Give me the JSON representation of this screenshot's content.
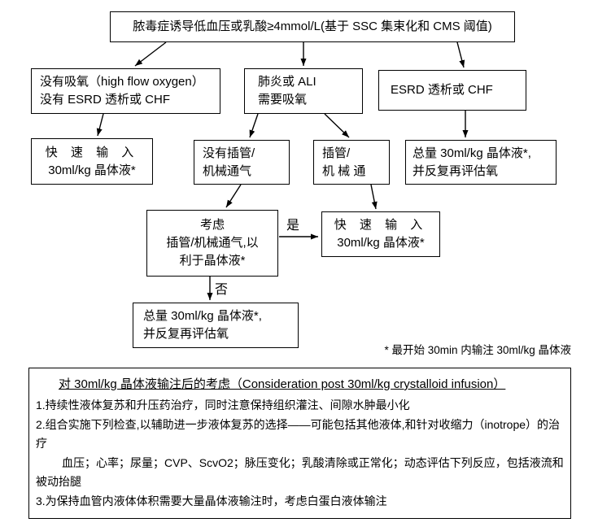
{
  "page": {
    "background": "#ffffff",
    "line_color": "#000000"
  },
  "flowchart": {
    "top_box": "脓毒症诱导低血压或乳酸≥4mmol/L(基于 SSC 集束化和 CMS 阈值)",
    "no_oxygen_box": {
      "line1": "没有吸氧（high flow oxygen）",
      "line2": "没有 ESRD 透析或 CHF"
    },
    "pneumonia_box": {
      "line1": "肺炎或 ALI",
      "line2": "需要吸氧"
    },
    "esrd_box": {
      "line1": "ESRD 透析或 CHF"
    },
    "rapid_infusion_left_box": {
      "line1": "快 速 输 入",
      "line2": "30ml/kg 晶体液*"
    },
    "no_intubation_box": {
      "line1": "没有插管/",
      "line2": "机械通气"
    },
    "intubation_box": {
      "line1": "插管/",
      "line2": "机 械 通"
    },
    "total_right_box": {
      "line1": "总量 30ml/kg 晶体液*,",
      "line2": "并反复再评估氧"
    },
    "consider_box": {
      "line1": "考虑",
      "line2": "插管/机械通气,以",
      "line3": "利于晶体液*"
    },
    "rapid_infusion_mid_box": {
      "line1": "快 速 输 入",
      "line2": "30ml/kg 晶体液*"
    },
    "total_bottom_box": {
      "line1": "总量 30ml/kg 晶体液*,",
      "line2": "并反复再评估氧"
    },
    "yes_label": "是",
    "no_label": "否",
    "footnote": "* 最开始 30min 内输注 30ml/kg 晶体液"
  },
  "notes": {
    "title": "对 30ml/kg 晶体液输注后的考虑（Consideration post 30ml/kg crystalloid infusion）",
    "item1": "1.持续性液体复苏和升压药治疗，同时注意保持组织灌注、间隙水肿最小化",
    "item2": "2.组合实施下列检查,以辅助进一步液体复苏的选择——可能包括其他液体,和针对收缩力（inotrope）的治疗",
    "item2_sub": "血压；心率；尿量；CVP、ScvO2；脉压变化；乳酸清除或正常化；动态评估下列反应，包括液流和被动抬腿",
    "item3": "3.为保持血管内液体体积需要大量晶体液输注时，考虑白蛋白液体输注"
  }
}
